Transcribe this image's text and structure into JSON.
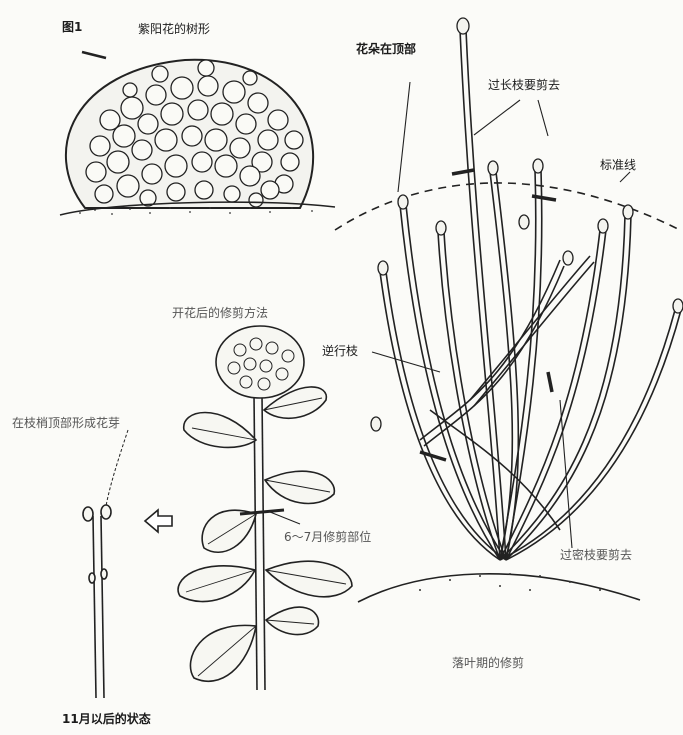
{
  "figure_label": "图1",
  "labels": {
    "hydrangea_shape": "紫阳花的树形",
    "flower_bud_top": "花朵在顶部",
    "cut_long_branches": "过长枝要剪去",
    "standard_line": "标准线",
    "after_bloom_method": "开花后的修剪方法",
    "reverse_branch": "逆行枝",
    "bud_at_tip": "在枝梢顶部形成花芽",
    "june_july_cut": "6～7月修剪部位",
    "cut_dense_branches": "过密枝要剪去",
    "leaf_fall_pruning": "落叶期的修剪",
    "after_november": "11月以后的状态"
  }
}
